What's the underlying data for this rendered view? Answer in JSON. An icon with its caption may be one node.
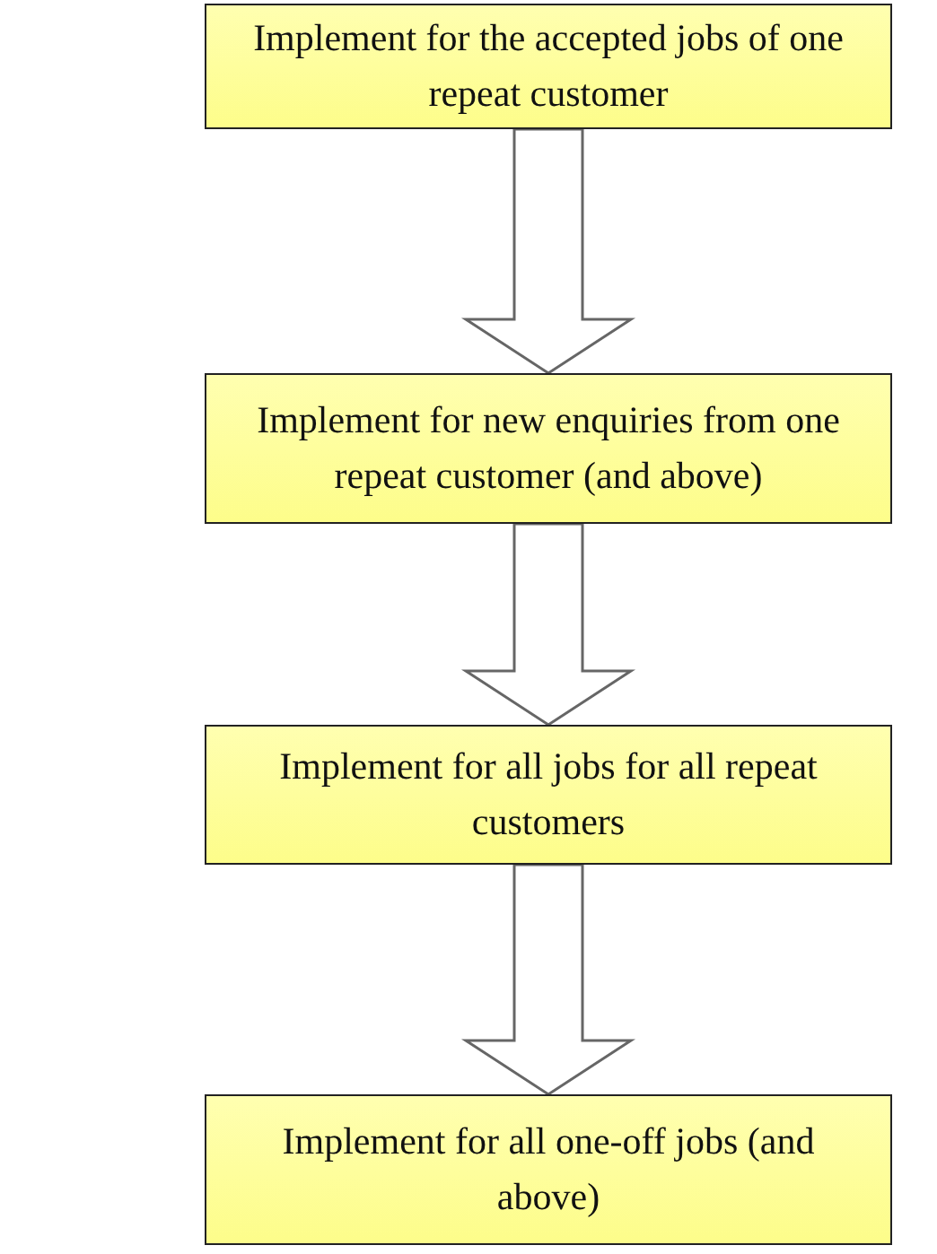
{
  "diagram": {
    "nodes": [
      {
        "text": [
          "Implement for the accepted jobs of one repeat customer"
        ]
      },
      {
        "text": [
          "Implement for new enquiries from one repeat customer (and above)"
        ]
      },
      {
        "text": [
          "Implement for all jobs for all repeat customers"
        ]
      },
      {
        "text": [
          "Implement for all one-off jobs (and above)"
        ]
      }
    ],
    "edges": [
      {
        "from": 0,
        "to": 1,
        "arrow": "to"
      },
      {
        "from": 1,
        "to": 2,
        "arrow": "to"
      },
      {
        "from": 2,
        "to": 3,
        "arrow": "to"
      }
    ]
  }
}
